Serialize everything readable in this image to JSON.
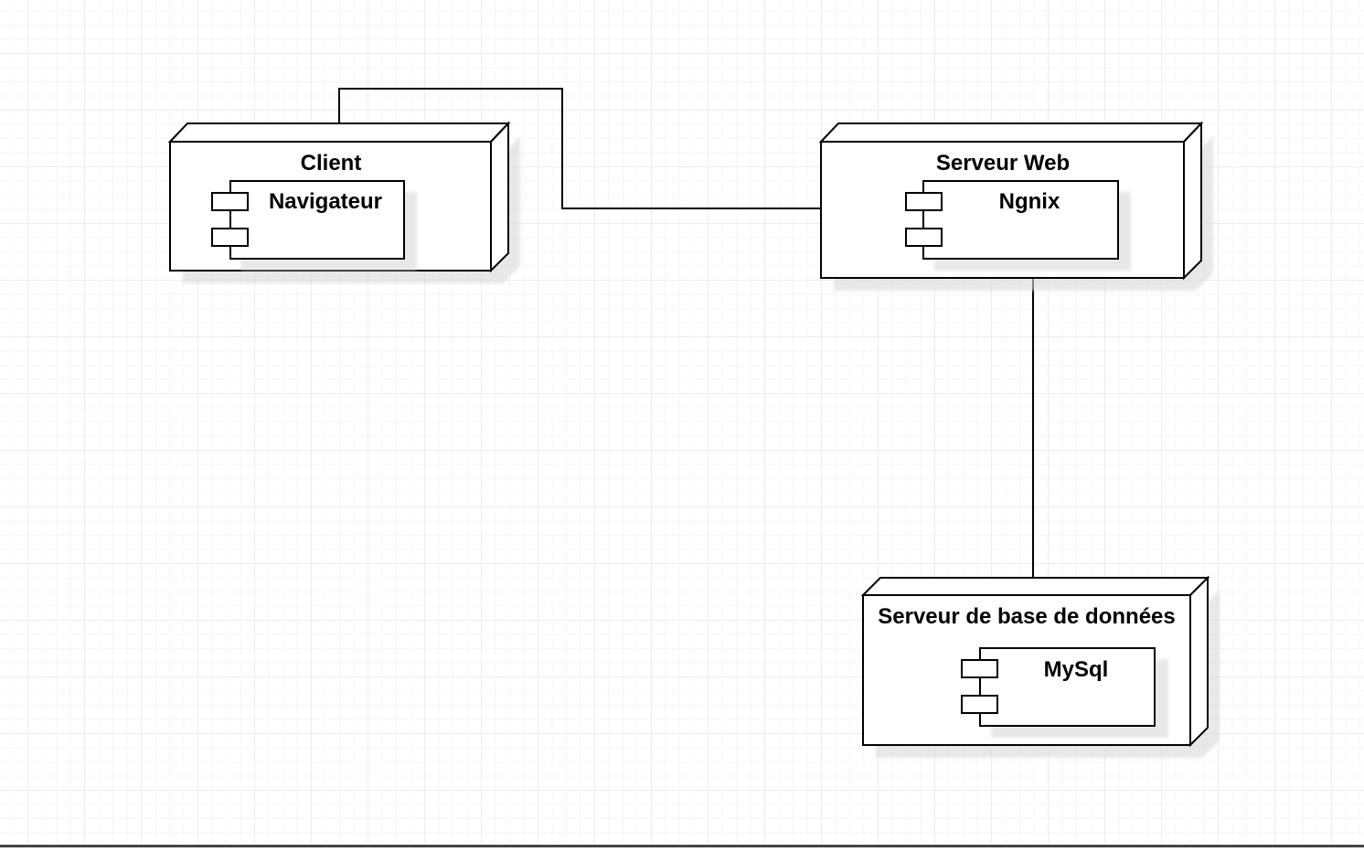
{
  "diagram": {
    "nodes": {
      "client": {
        "title": "Client",
        "component": "Navigateur"
      },
      "web_server": {
        "title": "Serveur Web",
        "component": "Ngnix"
      },
      "db_server": {
        "title": "Serveur de base de données",
        "component": "MySql"
      }
    },
    "connections": [
      {
        "from": "client",
        "to": "web_server"
      },
      {
        "from": "web_server",
        "to": "db_server"
      }
    ],
    "colors": {
      "stroke": "#000000",
      "fill": "#ffffff",
      "shadow": "#dcdcdc",
      "grid": "#ececec"
    }
  }
}
